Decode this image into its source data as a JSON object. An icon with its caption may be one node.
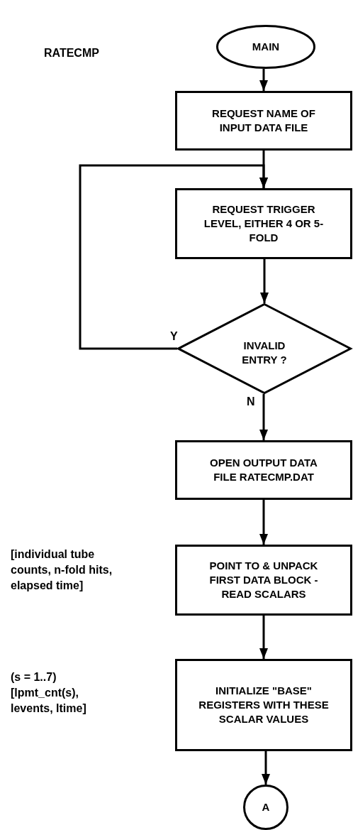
{
  "diagram": {
    "title": "RATECMP",
    "nodes": [
      {
        "text": [
          "MAIN"
        ]
      },
      {
        "text": [
          "REQUEST NAME OF INPUT DATA FILE"
        ]
      },
      {
        "text": [
          "REQUEST TRIGGER LEVEL, EITHER 4 OR 5-FOLD"
        ]
      },
      {
        "text": [
          "INVALID ENTRY ?"
        ]
      },
      {
        "text": [
          "OPEN OUTPUT DATA FILE RATECMP.DAT"
        ]
      },
      {
        "text": [
          "POINT TO & UNPACK FIRST DATA BLOCK - READ SCALARS"
        ]
      },
      {
        "text": [
          "INITIALIZE \"BASE\" REGISTERS WITH THESE SCALAR VALUES"
        ]
      },
      {
        "text": [
          "A"
        ]
      }
    ],
    "edges": [
      {
        "from": 0,
        "to": 1,
        "arrow": "to"
      },
      {
        "from": 1,
        "to": 2,
        "arrow": "to"
      },
      {
        "from": 2,
        "to": 3,
        "arrow": "to"
      },
      {
        "from": 3,
        "to": 2,
        "arrow": "to",
        "label": "Y"
      },
      {
        "from": 3,
        "to": 4,
        "arrow": "to",
        "label": "N"
      },
      {
        "from": 4,
        "to": 5,
        "arrow": "to"
      },
      {
        "from": 5,
        "to": 6,
        "arrow": "to"
      },
      {
        "from": 6,
        "to": 7,
        "arrow": "to"
      }
    ],
    "labels": [
      "[individual tube counts, n-fold hits, elapsed time]",
      "(s = 1..7) [lpmt_cnt(s), levents, ltime]"
    ]
  }
}
